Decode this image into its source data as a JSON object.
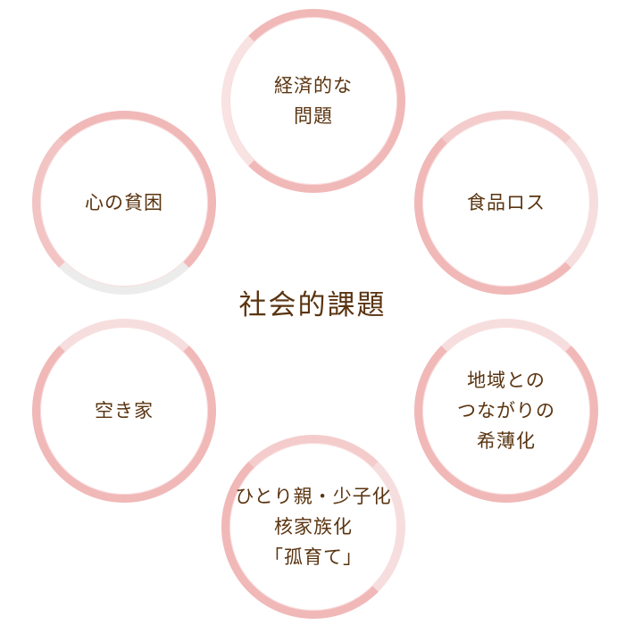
{
  "center": {
    "title": "社会的課題"
  },
  "nodes": {
    "top": "経済的な\n問題",
    "upper_right": "食品ロス",
    "lower_right": "地域との\nつながりの\n希薄化",
    "bottom": "ひとり親・少子化\n核家族化\n「孤育て」",
    "lower_left": "空き家",
    "upper_left": "心の貧困"
  },
  "colors": {
    "ring": "#f1b8b8",
    "text": "#5a3410",
    "background": "#ffffff"
  }
}
